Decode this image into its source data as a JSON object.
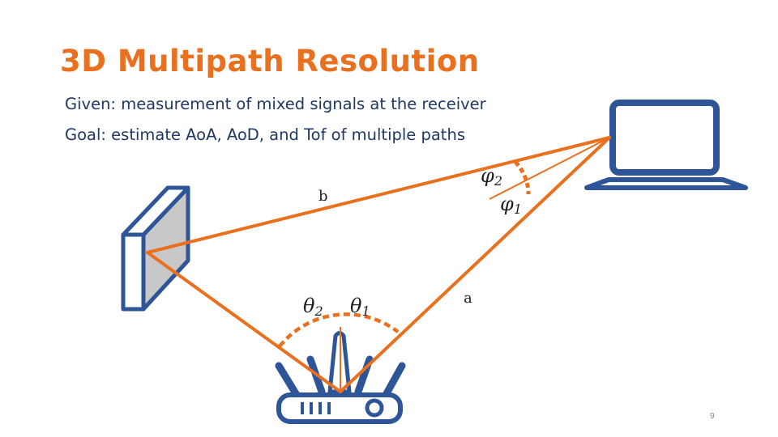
{
  "slide": {
    "title": "3D Multipath Resolution",
    "bullets": [
      "Given: measurement of mixed signals at the receiver",
      "Goal: estimate AoA, AoD, and Tof of multiple paths"
    ],
    "page_number": "9"
  },
  "diagram": {
    "path_labels": {
      "reflected": "b",
      "direct": "a"
    },
    "aoa_labels": [
      {
        "symbol": "φ",
        "subscript": "2"
      },
      {
        "symbol": "φ",
        "subscript": "1"
      }
    ],
    "aod_labels": [
      {
        "symbol": "θ",
        "subscript": "2"
      },
      {
        "symbol": "θ",
        "subscript": "1"
      }
    ],
    "colors": {
      "title": "#e8701e",
      "text": "#1f3864",
      "path": "#e8701e",
      "device_outline": "#2e5597",
      "reflector_face": "#c8c8c8"
    },
    "icons": [
      "laptop-icon",
      "router-icon",
      "reflector-wall-icon"
    ]
  }
}
